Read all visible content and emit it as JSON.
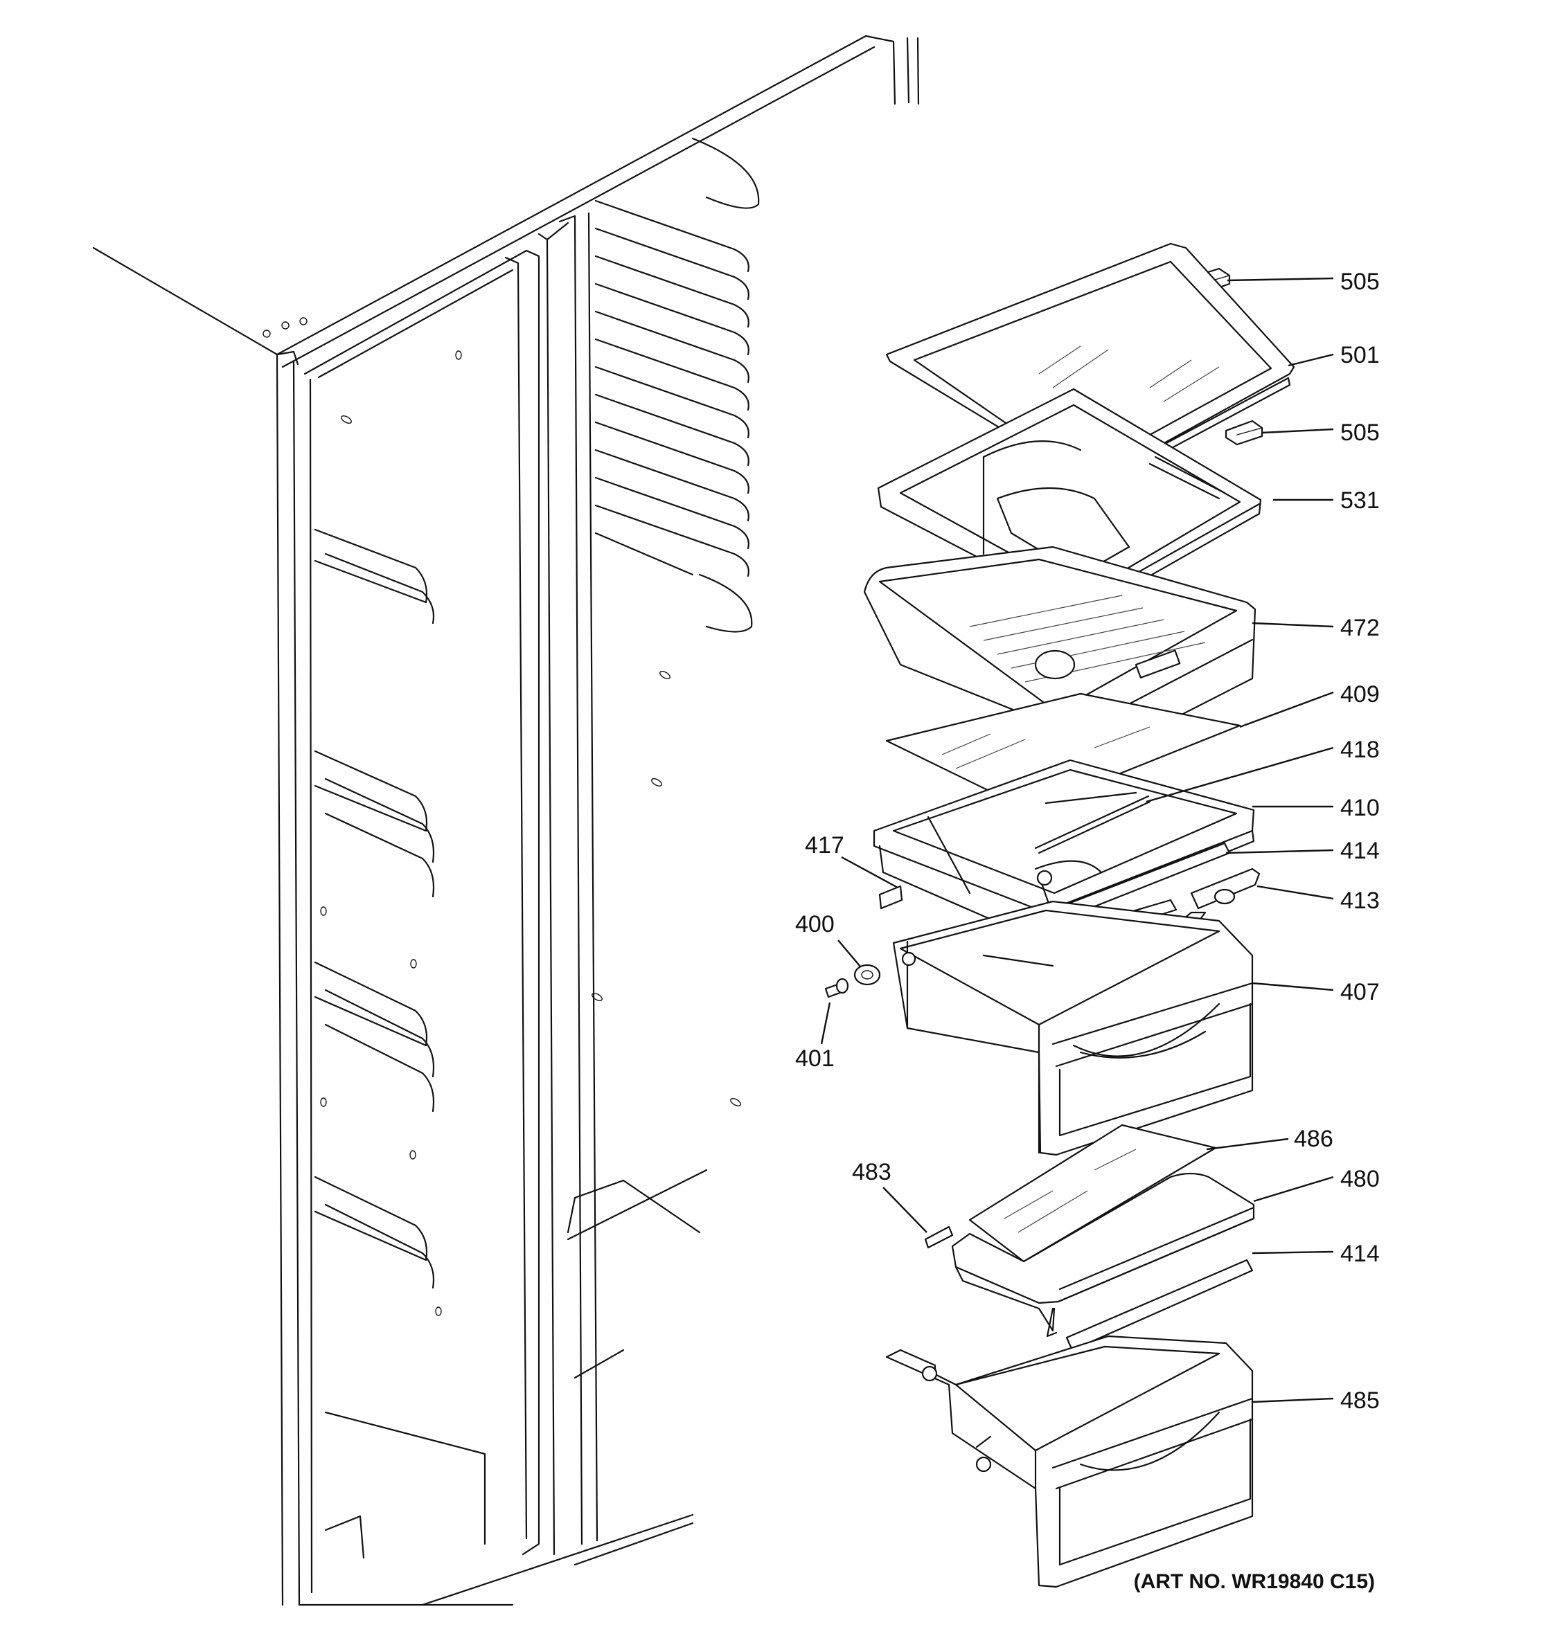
{
  "callouts": [
    {
      "label": "505",
      "part": "shelf-clip-upper"
    },
    {
      "label": "501",
      "part": "glass-shelf"
    },
    {
      "label": "505",
      "part": "shelf-clip-lower"
    },
    {
      "label": "531",
      "part": "crisper-cover-frame"
    },
    {
      "label": "472",
      "part": "crisper-pan"
    },
    {
      "label": "409",
      "part": "crisper-glass"
    },
    {
      "label": "418",
      "part": "cover-support-rod"
    },
    {
      "label": "410",
      "part": "pan-cover-frame"
    },
    {
      "label": "414",
      "part": "trim-strip-upper"
    },
    {
      "label": "413",
      "part": "humidity-control"
    },
    {
      "label": "417",
      "part": "pan-slide-rail"
    },
    {
      "label": "400",
      "part": "roller"
    },
    {
      "label": "401",
      "part": "screw"
    },
    {
      "label": "407",
      "part": "vegetable-pan"
    },
    {
      "label": "486",
      "part": "snack-pan-glass"
    },
    {
      "label": "480",
      "part": "snack-pan-cover"
    },
    {
      "label": "483",
      "part": "snack-slide-rail"
    },
    {
      "label": "414",
      "part": "trim-strip-lower"
    },
    {
      "label": "485",
      "part": "snack-pan"
    }
  ],
  "art_number": "(ART NO. WR19840 C15)"
}
